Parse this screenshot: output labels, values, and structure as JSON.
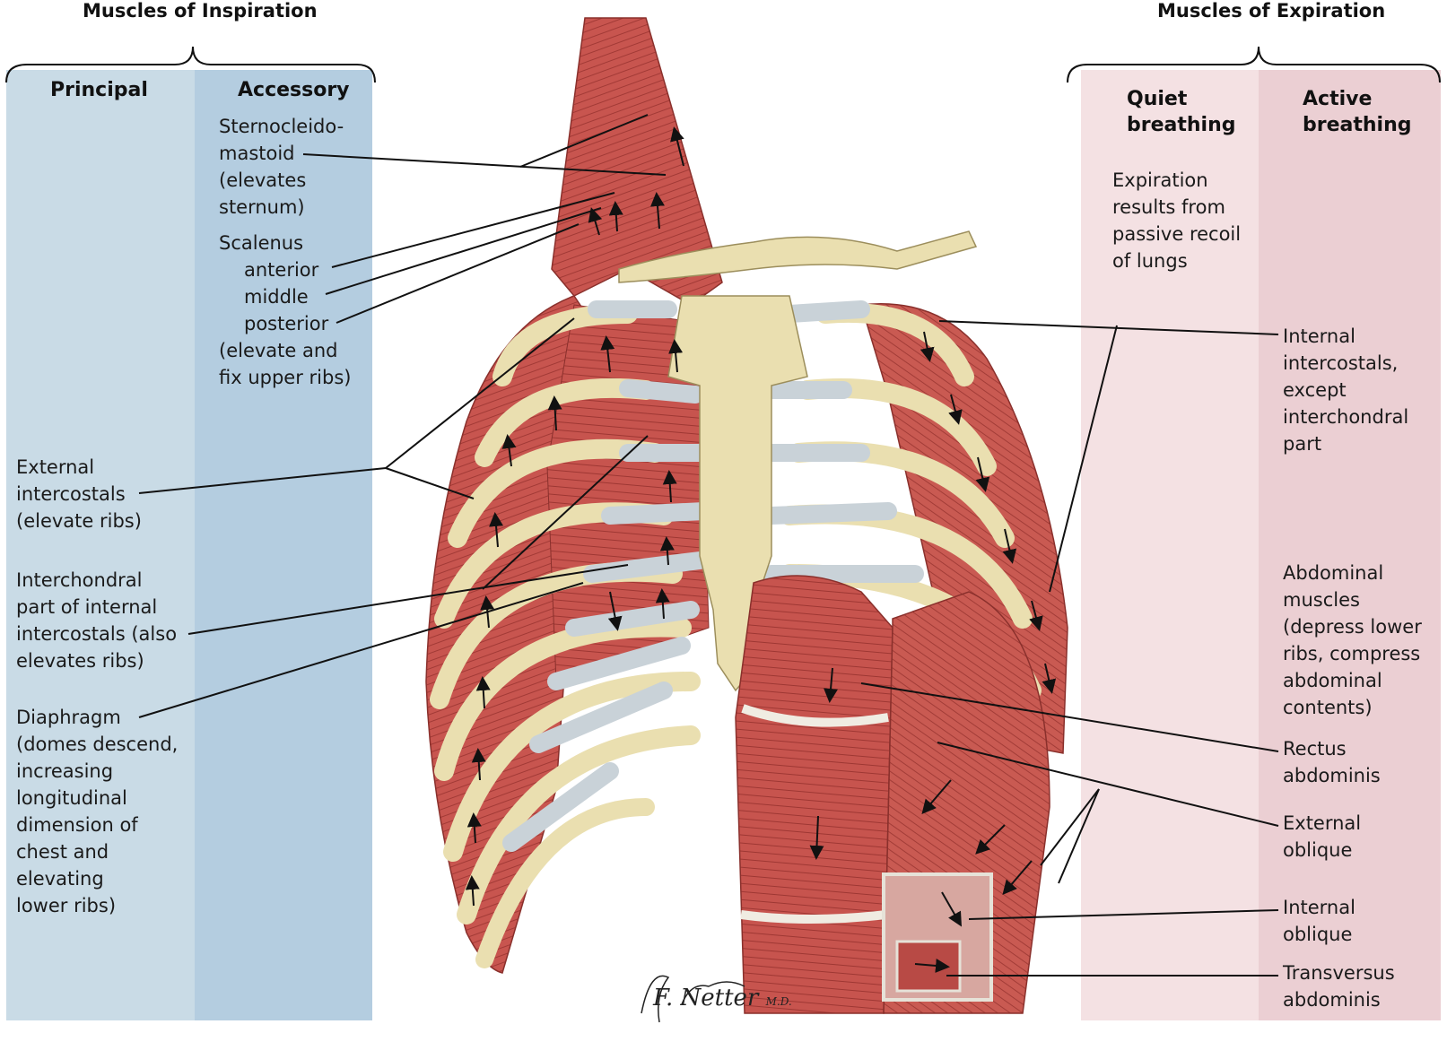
{
  "headers": {
    "inspiration": "Muscles of Inspiration",
    "expiration": "Muscles of Expiration"
  },
  "columns": {
    "principal": "Principal",
    "accessory": "Accessory",
    "quiet": [
      "Quiet",
      "breathing"
    ],
    "active": [
      "Active",
      "breathing"
    ]
  },
  "left_labels": {
    "scm": [
      "Sternocleido-",
      "mastoid",
      "(elevates",
      "sternum)"
    ],
    "scalenus": [
      "Scalenus",
      "anterior",
      "middle",
      "posterior",
      "(elevate and",
      "fix upper ribs)"
    ],
    "external_intercostals": [
      "External",
      "intercostals",
      "(elevate ribs)"
    ],
    "interchondral": [
      "Interchondral",
      "part of internal",
      "intercostals (also",
      "elevates ribs)"
    ],
    "diaphragm": [
      "Diaphragm",
      "(domes descend,",
      "increasing",
      "longitudinal",
      "dimension of",
      "chest and",
      "elevating",
      "lower ribs)"
    ]
  },
  "right_labels": {
    "expiration_note": [
      "Expiration",
      "results from",
      "passive recoil",
      "of lungs"
    ],
    "internal_intercostals": [
      "Internal",
      "intercostals,",
      "except",
      "interchondral",
      "part"
    ],
    "abdominal": [
      "Abdominal",
      "muscles",
      "(depress lower",
      "ribs, compress",
      "abdominal",
      "contents)"
    ],
    "rectus": [
      "Rectus",
      "abdominis"
    ],
    "external_oblique": [
      "External",
      "oblique"
    ],
    "internal_oblique": [
      "Internal",
      "oblique"
    ],
    "transversus": [
      "Transversus",
      "abdominis"
    ]
  },
  "signature": [
    "F. Netter",
    "M.D."
  ],
  "colors": {
    "principal_band": "#c9dbe6",
    "accessory_band": "#b4cde0",
    "quiet_band": "#f4e1e3",
    "active_band": "#ebcfd3",
    "bone": "#eadfb0",
    "cartilage": "#c9d2d8",
    "muscle": "#c8554f",
    "leader": "#111111"
  }
}
